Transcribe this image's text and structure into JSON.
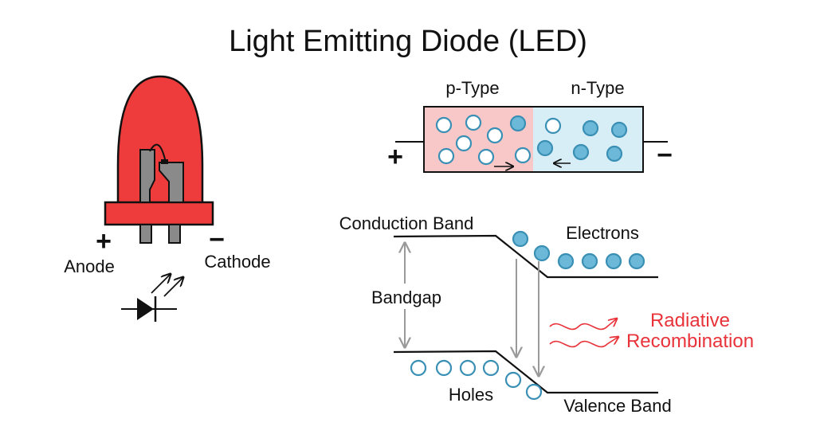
{
  "title": "Light Emitting Diode (LED)",
  "led": {
    "plus": "+",
    "minus": "−",
    "anode": "Anode",
    "cathode": "Cathode",
    "body_color": "#ee3b3b",
    "lead_color": "#8a8a8a"
  },
  "junction": {
    "p_label": "p-Type",
    "n_label": "n-Type",
    "plus": "+",
    "minus": "−",
    "p_color": "#f8c8c8",
    "n_color": "#d8eef7"
  },
  "bands": {
    "conduction": "Conduction Band",
    "valence": "Valence Band",
    "electrons": "Electrons",
    "holes": "Holes",
    "bandgap": "Bandgap",
    "radiative_line1": "Radiative",
    "radiative_line2": "Recombination",
    "electron_color": "#6bb8d8",
    "hole_stroke": "#3a8fb5",
    "accent_red": "#e8333a"
  },
  "icons": [
    "light-emission-arrows-icon",
    "diode-symbol-icon",
    "wave-arrow-icon"
  ]
}
